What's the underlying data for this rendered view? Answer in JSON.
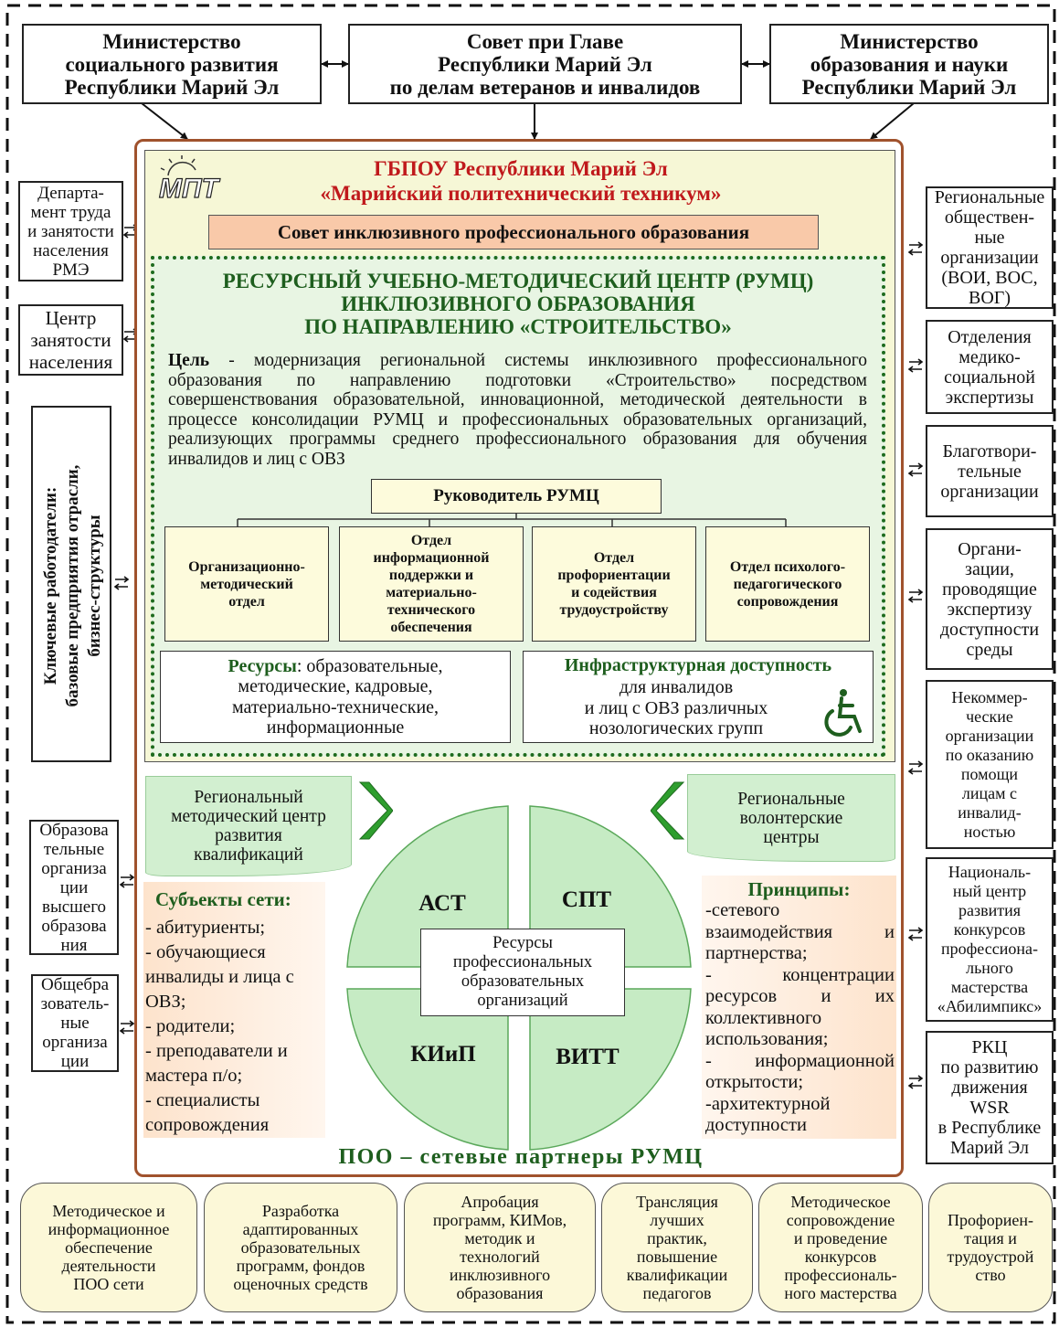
{
  "top": {
    "ministry_social": "Министерство\nсоциального развития\nРеспублики Марий Эл",
    "council_veterans": "Совет при Главе\nРеспублики Марий Эл\nпо делам ветеранов и инвалидов",
    "ministry_education": "Министерство\nобразования и науки\nРеспублики Марий Эл"
  },
  "left": {
    "dept_labor": "Департа-\nмент труда\nи занятости\nнаселения\nРМЭ",
    "employment_center": "Центр\nзанятости\nнаселения",
    "employers_line1": "Ключевые работодатели:",
    "employers_line2": "базовые предприятия отрасли,",
    "employers_line3": "бизнес-структуры",
    "higher_ed": "Образова\nтельные\nорганиза\nции\nвысшего\nобразова\nния",
    "general_ed": "Общебра\nзователь-\nные\nорганиза\nции"
  },
  "right": {
    "public_orgs": "Региональные\nобществен-\nные\nорганизации\n(ВОИ, ВОС,\nВОГ)",
    "medical": "Отделения\nмедико-\nсоциальной\nэкспертизы",
    "charity": "Благотвори-\nтельные\nорганизации",
    "accessibility": "Органи-\nзации,\nпроводящие\nэкспертизу\nдоступности\nсреды",
    "nonprofit": "Некоммер-\nческие\nорганизации\nпо оказанию\nпомощи\nлицам с\nинвалид-\nностью",
    "abilympics": "Националь-\nный центр\nразвития\nконкурсов\nпрофессиона-\nльного\nмастерства\n«Абилимпикс»",
    "wsr": "РКЦ\nпо развитию\nдвижения\nWSR\nв Республике\nМарий Эл"
  },
  "college": {
    "logo": "МПТ",
    "title1": "ГБПОУ Республики Марий Эл",
    "title2": "«Марийский политехнический техникум»",
    "council": "Совет инклюзивного профессионального образования"
  },
  "rumc": {
    "title": "РЕСУРСНЫЙ УЧЕБНО-МЕТОДИЧЕСКИЙ ЦЕНТР (РУМЦ)\nИНКЛЮЗИВНОГО ОБРАЗОВАНИЯ\nПО НАПРАВЛЕНИЮ «СТРОИТЕЛЬСТВО»",
    "goal_label": "Цель",
    "goal_text": " - модернизация региональной системы инклюзивного профессионального образования по направлению подготовки «Строительство» посредством совершенствования образовательной, инновационной, методической деятельности в процессе консолидации РУМЦ и профессиональных образовательных организаций, реализующих программы среднего профессионального образования для обучения инвалидов и лиц с ОВЗ",
    "head": "Руководитель РУМЦ",
    "dept1": "Организационно-\nметодический\nотдел",
    "dept2": "Отдел\nинформационной\nподдержки и\nматериально-\nтехнического\nобеспечения",
    "dept3": "Отдел\nпрофориентации\nи содействия\nтрудоустройству",
    "dept4": "Отдел психолого-\nпедагогического\nсопровождения",
    "resources_label": "Ресурсы",
    "resources_text": ": образовательные,\nметодические, кадровые,\nматериально-технические,\nинформационные",
    "infra_label": "Инфраструктурная доступность",
    "infra_text": "для инвалидов\nи лиц с ОВЗ различных\nнозологических групп"
  },
  "network": {
    "regional_center": "Региональный\nметодический центр\nразвития\nквалификаций",
    "volunteer_centers": "Региональные\nволонтерские\nцентры",
    "ast": "АСТ",
    "spt": "СПТ",
    "kiip": "КИиП",
    "vitt": "ВИТТ",
    "resources_center": "Ресурсы\nпрофессиональных\nобразовательных\nорганизаций",
    "subjects_title": "Субъекты сети:",
    "subjects_items": "- абитуриенты;\n- обучающиеся\nинвалиды и лица с\nОВЗ;\n- родители;\n- преподаватели и\nмастера п/о;\n- специалисты\nсопровождения",
    "principles_title": "Принципы:",
    "p1": "-сетевого взаимодействия и партнерства;",
    "p2": "- концентрации ресурсов и их коллективного использования;",
    "p3": "- информационной открытости;",
    "p4": "-архитектурной доступности",
    "footer": "ПОО – сетевые партнеры РУМЦ"
  },
  "bottom": [
    "Методическое и\nинформационное\nобеспечение\nдеятельности\nПОО сети",
    "Разработка\nадаптированных\nобразовательных\nпрограмм, фондов\nоценочных средств",
    "Апробация\nпрограмм, КИМов,\nметодик и\nтехнологий\nинклюзивного\nобразования",
    "Трансляция\nлучших\nпрактик,\nповышение\nквалификации\nпедагогов",
    "Методическое\nсопровождение\nи проведение\nконкурсов\nпрофессиональ-\nного мастерства",
    "Профориен-\nтация и\nтрудоустрой\nство"
  ],
  "colors": {
    "frame": "#a0522d",
    "college_fill": "#f6f7d6",
    "rumc_fill": "#e8f5e3",
    "council_fill": "#f9c9a9",
    "green": "#c6ebc4",
    "dark_green": "#1e6b1e",
    "peach": "#fde3cc",
    "pill_fill": "#fcf8d8"
  }
}
